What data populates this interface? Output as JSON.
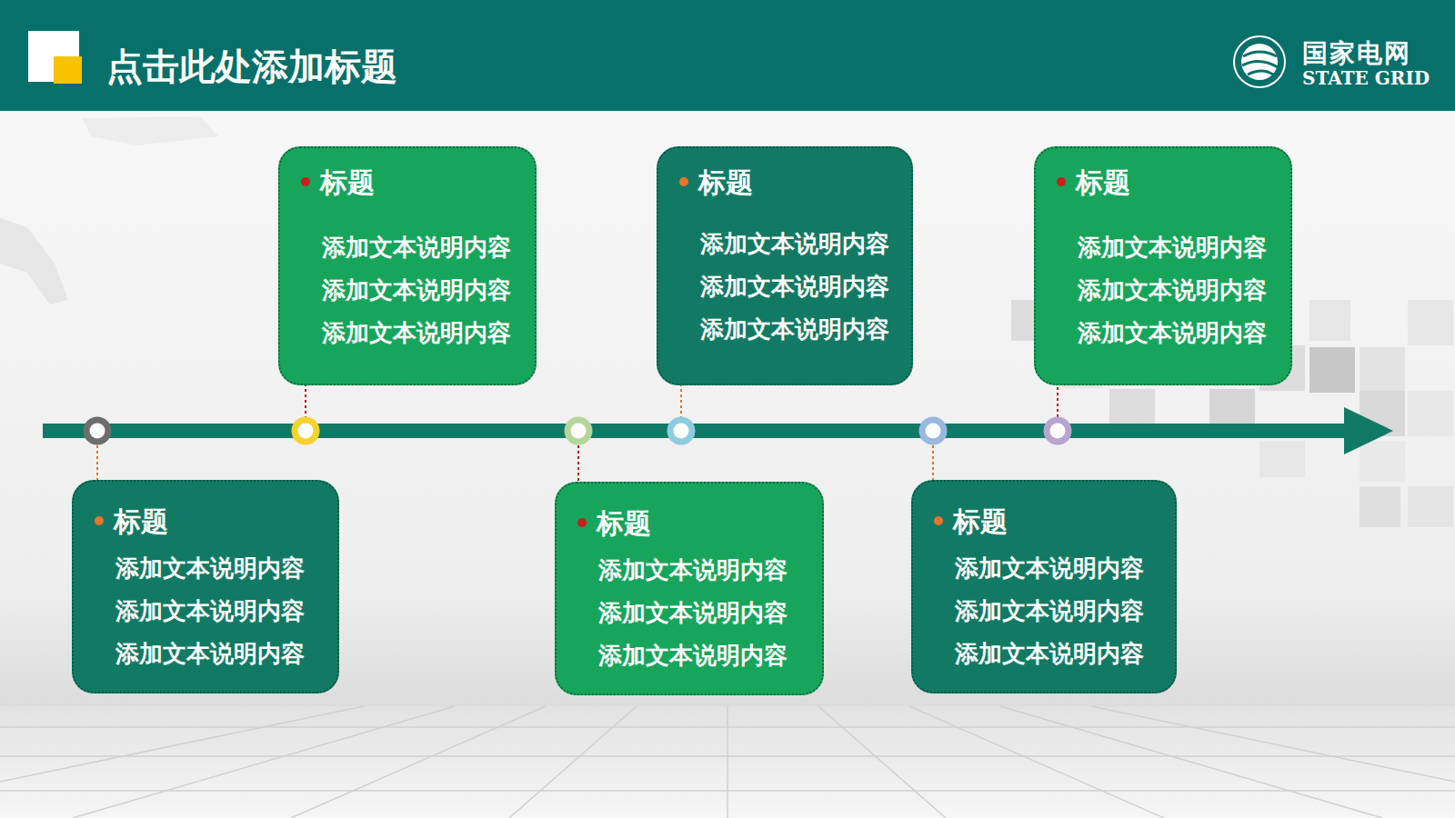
{
  "diagram": {
    "title": "点击此处添加标题",
    "nodes": [
      {
        "text": [
          "标题",
          "添加文本说明内容",
          "添加文本说明内容",
          "添加文本说明内容"
        ]
      },
      {
        "text": [
          "标题",
          "添加文本说明内容",
          "添加文本说明内容",
          "添加文本说明内容"
        ]
      },
      {
        "text": [
          "标题",
          "添加文本说明内容",
          "添加文本说明内容",
          "添加文本说明内容"
        ]
      },
      {
        "text": [
          "标题",
          "添加文本说明内容",
          "添加文本说明内容",
          "添加文本说明内容"
        ]
      },
      {
        "text": [
          "标题",
          "添加文本说明内容",
          "添加文本说明内容",
          "添加文本说明内容"
        ]
      },
      {
        "text": [
          "标题",
          "添加文本说明内容",
          "添加文本说明内容",
          "添加文本说明内容"
        ]
      }
    ],
    "labels": [
      "国家电网",
      "STATE GRID"
    ]
  }
}
